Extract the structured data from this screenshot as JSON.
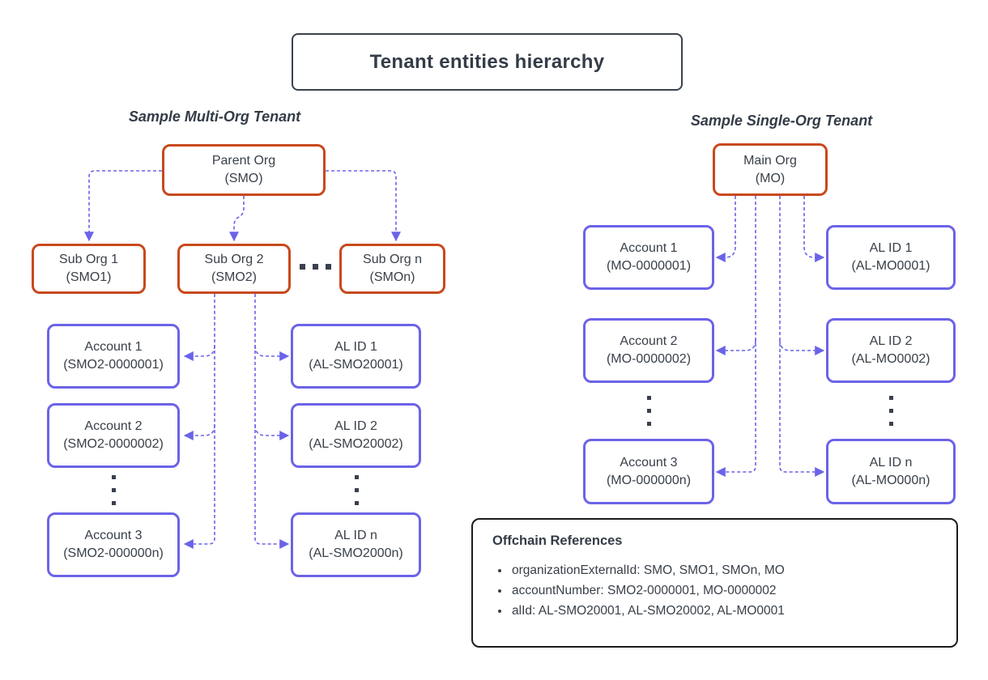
{
  "title": "Tenant entities hierarchy",
  "colors": {
    "org_border": "#c8491d",
    "entity_border": "#6c63e8",
    "connector": "#6b63e8",
    "text": "#394049",
    "frame_border": "#1c1c1c"
  },
  "multi_org": {
    "heading": "Sample Multi-Org Tenant",
    "parent_org": {
      "name": "Parent Org",
      "id": "(SMO)"
    },
    "sub_orgs": [
      {
        "name": "Sub Org 1",
        "id": "(SMO1)"
      },
      {
        "name": "Sub Org 2",
        "id": "(SMO2)"
      },
      {
        "name": "Sub Org n",
        "id": "(SMOn)"
      }
    ],
    "accounts": [
      {
        "name": "Account 1",
        "id": "(SMO2-0000001)"
      },
      {
        "name": "Account 2",
        "id": "(SMO2-0000002)"
      },
      {
        "name": "Account 3",
        "id": "(SMO2-000000n)"
      }
    ],
    "al_ids": [
      {
        "name": "AL ID 1",
        "id": "(AL-SMO20001)"
      },
      {
        "name": "AL ID 2",
        "id": "(AL-SMO20002)"
      },
      {
        "name": "AL ID n",
        "id": "(AL-SMO2000n)"
      }
    ]
  },
  "single_org": {
    "heading": "Sample Single-Org Tenant",
    "main_org": {
      "name": "Main Org",
      "id": "(MO)"
    },
    "accounts": [
      {
        "name": "Account 1",
        "id": "(MO-0000001)"
      },
      {
        "name": "Account 2",
        "id": "(MO-0000002)"
      },
      {
        "name": "Account 3",
        "id": "(MO-000000n)"
      }
    ],
    "al_ids": [
      {
        "name": "AL ID 1",
        "id": "(AL-MO0001)"
      },
      {
        "name": "AL ID 2",
        "id": "(AL-MO0002)"
      },
      {
        "name": "AL ID n",
        "id": "(AL-MO000n)"
      }
    ]
  },
  "offchain": {
    "title": "Offchain References",
    "items": [
      "organizationExternalId: SMO, SMO1, SMOn, MO",
      "accountNumber: SMO2-0000001, MO-0000002",
      "alId: AL-SMO20001, AL-SMO20002, AL-MO0001"
    ]
  }
}
